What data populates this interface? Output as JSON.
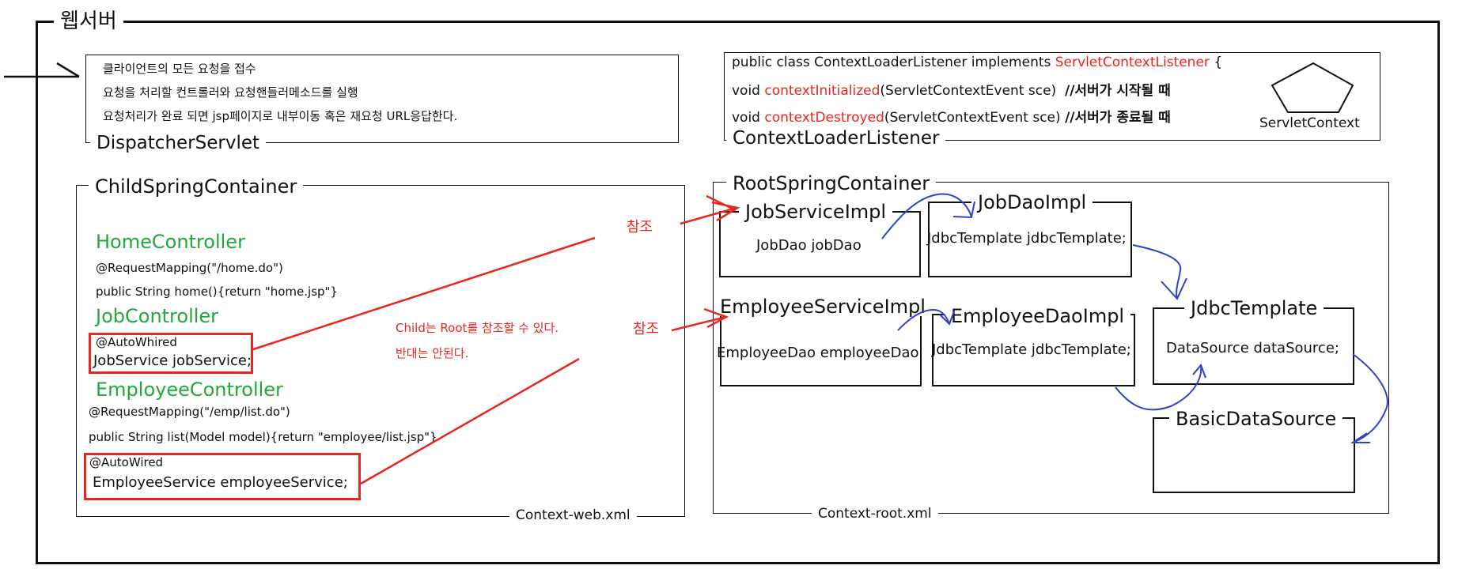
{
  "web_server": {
    "title": "웹서버"
  },
  "dispatcher": {
    "title": "DispatcherServlet",
    "lines": [
      "클라이언트의 모든 요청을 접수",
      "요청을 처리할 컨트롤러와 요청핸들러메소드를 실행",
      "요청처리가 완료 되면 jsp페이지로 내부이동 혹은 재요청 URL응답한다."
    ]
  },
  "context_loader": {
    "title": "ContextLoaderListener",
    "line1": {
      "a": "public class ContextLoaderListener implements ",
      "b": "ServletContextListener",
      "c": " {"
    },
    "line2": {
      "a": "void ",
      "b": "contextInitialized",
      "c": "(ServletContextEvent sce)",
      "d": "//서버가 시작될 때"
    },
    "line3": {
      "a": "void ",
      "b": "contextDestroyed",
      "c": "(ServletContextEvent sce)",
      "d": "//서버가 종료될 때"
    },
    "servlet_context": "ServletContext"
  },
  "child_container": {
    "title": "ChildSpringContainer",
    "footer": "Context-web.xml",
    "home_controller": "HomeController",
    "home_mapping": "@RequestMapping(\"/home.do\")",
    "home_method": "public String home(){return \"home.jsp\"}",
    "job_controller": "JobController",
    "job_autowired": "@AutoWhired",
    "job_field": "JobService jobService;",
    "employee_controller": "EmployeeController",
    "emp_mapping": "@RequestMapping(\"/emp/list.do\")",
    "emp_method": "public String list(Model model){return \"employee/list.jsp\"}",
    "emp_autowired": "@AutoWired",
    "emp_field": "EmployeeService employeeService;"
  },
  "note": {
    "line1": "Child는 Root를 참조할 수 있다.",
    "line2": "반대는 안된다.",
    "ref1": "참조",
    "ref2": "참조"
  },
  "root_container": {
    "title": "RootSpringContainer",
    "footer": "Context-root.xml",
    "job_service_impl": {
      "title": "JobServiceImpl",
      "field": "JobDao jobDao"
    },
    "job_dao_impl": {
      "title": "JobDaoImpl",
      "field": "JdbcTemplate jdbcTemplate;"
    },
    "employee_service_impl": {
      "title": "EmployeeServiceImpl",
      "field": "EmployeeDao employeeDao"
    },
    "employee_dao_impl": {
      "title": "EmployeeDaoImpl",
      "field": "JdbcTemplate jdbcTemplate;"
    },
    "jdbc_template": {
      "title": "JdbcTemplate",
      "field": "DataSource dataSource;"
    },
    "basic_data_source": {
      "title": "BasicDataSource"
    }
  },
  "colors": {
    "red": "#e8261f",
    "green": "#22a93a",
    "blue": "#2f3fcf",
    "black": "#111111"
  }
}
